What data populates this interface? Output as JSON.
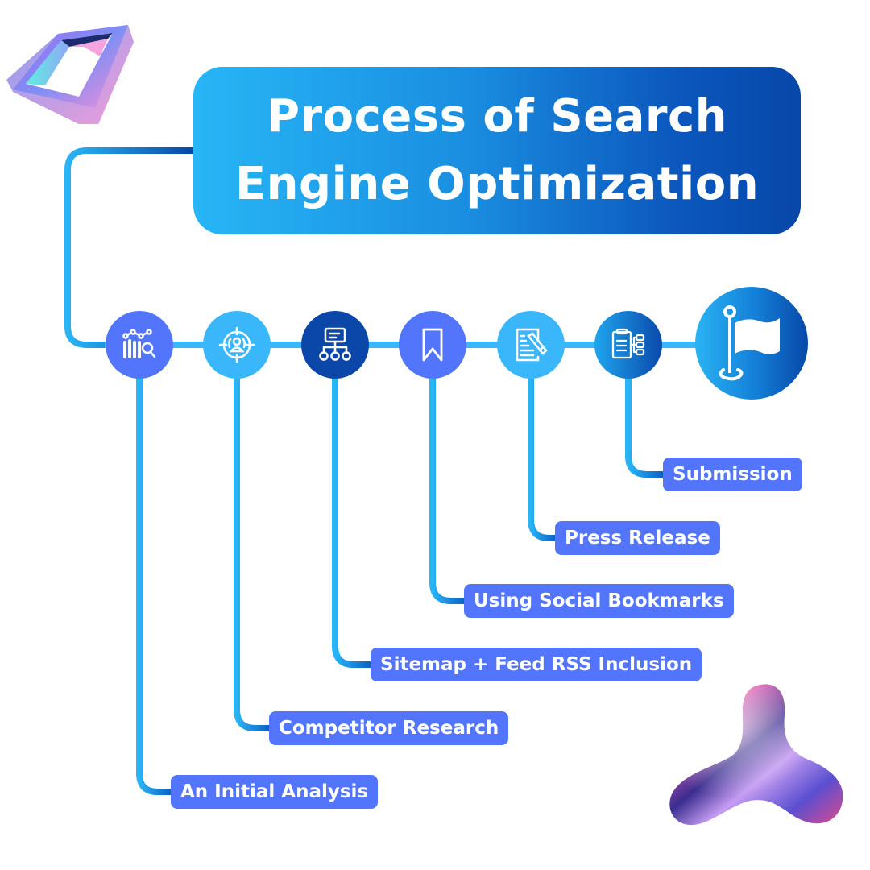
{
  "title": {
    "line1": "Process of Search",
    "line2": "Engine Optimization"
  },
  "colors": {
    "label_bg": "#5275fb",
    "connector": "#29b4f5",
    "connector_dark": "#0b57bd",
    "node_violet": "#5275fb",
    "node_sky": "#3ab6fb",
    "node_navy": "#0a47a9"
  },
  "steps": [
    {
      "label": "An Initial Analysis",
      "icon": "analytics-search-icon"
    },
    {
      "label": "Competitor Research",
      "icon": "target-audience-icon"
    },
    {
      "label": "Sitemap + Feed RSS Inclusion",
      "icon": "sitemap-icon"
    },
    {
      "label": "Using Social Bookmarks",
      "icon": "bookmark-icon"
    },
    {
      "label": "Press Release",
      "icon": "document-edit-icon"
    },
    {
      "label": "Submission",
      "icon": "clipboard-tree-icon"
    }
  ],
  "goal": {
    "icon": "flag-icon"
  }
}
